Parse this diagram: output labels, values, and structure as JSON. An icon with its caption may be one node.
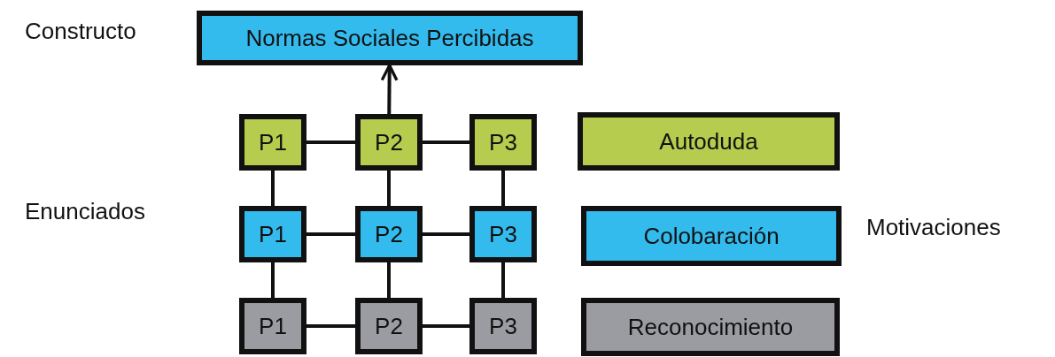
{
  "diagram": {
    "nodes": [
      {
        "text": [
          "Normas Sociales Percibidas"
        ]
      },
      {
        "text": [
          "P1"
        ]
      },
      {
        "text": [
          "P2"
        ]
      },
      {
        "text": [
          "P3"
        ]
      },
      {
        "text": [
          "Autoduda"
        ]
      },
      {
        "text": [
          "P1"
        ]
      },
      {
        "text": [
          "P2"
        ]
      },
      {
        "text": [
          "P3"
        ]
      },
      {
        "text": [
          "Colobaración"
        ]
      },
      {
        "text": [
          "P1"
        ]
      },
      {
        "text": [
          "P2"
        ]
      },
      {
        "text": [
          "P3"
        ]
      },
      {
        "text": [
          "Reconocimiento"
        ]
      }
    ],
    "edges": [
      {
        "from": 2,
        "to": 0,
        "arrow": "to"
      },
      {
        "from": 1,
        "to": 2,
        "arrow": "none"
      },
      {
        "from": 2,
        "to": 3,
        "arrow": "none"
      },
      {
        "from": 1,
        "to": 5,
        "arrow": "none"
      },
      {
        "from": 2,
        "to": 6,
        "arrow": "none"
      },
      {
        "from": 3,
        "to": 7,
        "arrow": "none"
      },
      {
        "from": 5,
        "to": 6,
        "arrow": "none"
      },
      {
        "from": 6,
        "to": 7,
        "arrow": "none"
      },
      {
        "from": 5,
        "to": 9,
        "arrow": "none"
      },
      {
        "from": 6,
        "to": 10,
        "arrow": "none"
      },
      {
        "from": 7,
        "to": 11,
        "arrow": "none"
      },
      {
        "from": 9,
        "to": 10,
        "arrow": "none"
      },
      {
        "from": 10,
        "to": 11,
        "arrow": "none"
      }
    ],
    "labels": [
      "Constructo",
      "Enunciados",
      "Motivaciones"
    ]
  }
}
